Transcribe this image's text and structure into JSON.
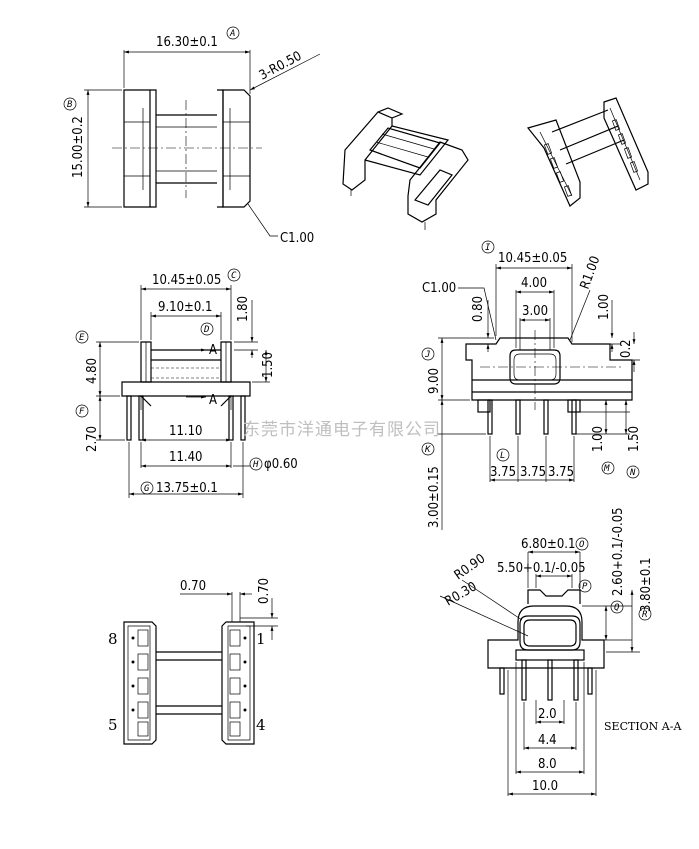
{
  "top_view": {
    "width": "16.30±0.1",
    "height": "15.00±0.2",
    "radius": "3-R0.50",
    "chamfer": "C1.00",
    "bubbles": [
      "A",
      "B"
    ]
  },
  "front_view": {
    "outer_width": "10.45±0.05",
    "inner_width": "9.10±0.1",
    "top_h": "1.80",
    "flange_h": "1.50",
    "height": "4.80",
    "pin_len": "2.70",
    "pin_span1": "11.10",
    "pin_span2": "11.40",
    "pin_dia": "φ0.60",
    "base_w": "13.75±0.1",
    "section": "A",
    "bubbles": [
      "C",
      "D",
      "E",
      "F",
      "G",
      "H"
    ]
  },
  "side_view": {
    "width": "10.45±0.05",
    "w2": "4.00",
    "w3": "3.00",
    "chamfer": "C1.00",
    "radius": "R1.00",
    "d080": "0.80",
    "d100": "1.00",
    "d02": "0.2",
    "height": "9.00",
    "pin_len": "3.00±0.15",
    "pitches": [
      "3.75",
      "3.75",
      "3.75"
    ],
    "d_m": "1.00",
    "d_n": "1.50",
    "bubbles": [
      "I",
      "J",
      "K",
      "L",
      "M",
      "N"
    ]
  },
  "bottom_view": {
    "d1": "0.70",
    "d2": "0.70",
    "pins_tl": "8",
    "pins_tr": "1",
    "pins_bl": "5",
    "pins_br": "4"
  },
  "section_view": {
    "w1": "6.80±0.1",
    "w2": "5.50+0.1/-0.05",
    "h1": "2.60+0.1/-0.05",
    "h2": "3.80±0.1",
    "r1": "R0.90",
    "r2": "R0.30",
    "w20": "2.0",
    "w44": "4.4",
    "w80": "8.0",
    "w100": "10.0",
    "label": "SECTION A-A",
    "bubbles": [
      "O",
      "P",
      "Q",
      "R"
    ]
  },
  "watermark": "东莞市洋通电子有限公司"
}
